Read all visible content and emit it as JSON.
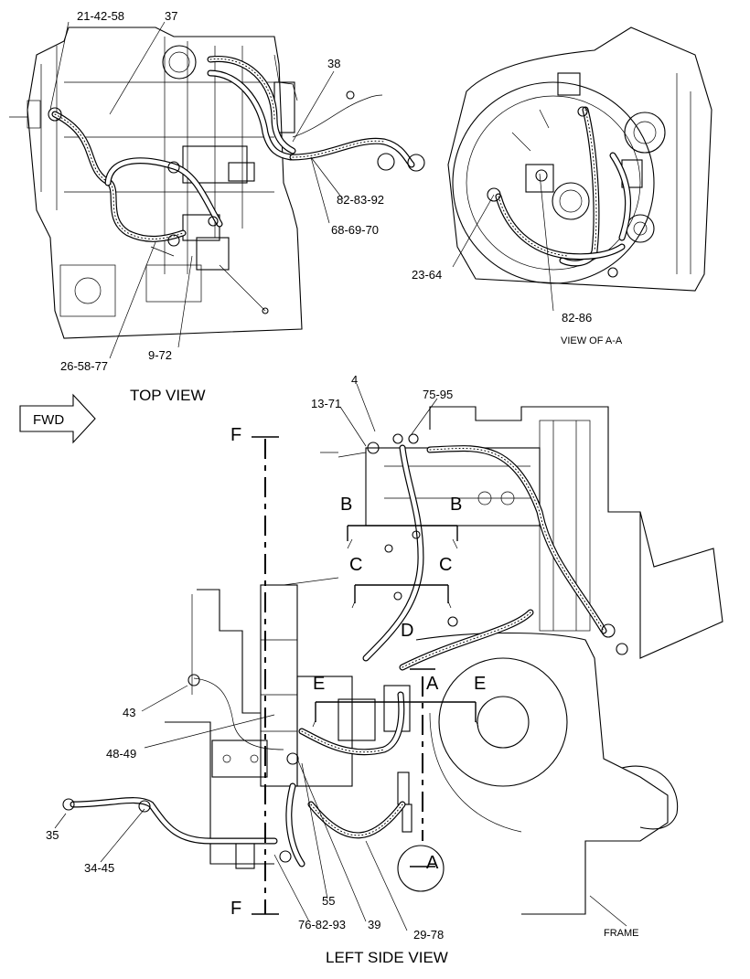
{
  "views": {
    "top": "TOP VIEW",
    "aa": "VIEW OF A-A",
    "left": "LEFT SIDE VIEW"
  },
  "fwd": "FWD",
  "frame": "FRAME",
  "sections": {
    "f": "F",
    "b": "B",
    "c": "C",
    "d": "D",
    "e": "E",
    "a": "A"
  },
  "callouts": {
    "c_21_42_58": "21-42-58",
    "c_37": "37",
    "c_38": "38",
    "c_82_83_92": "82-83-92",
    "c_68_69_70": "68-69-70",
    "c_26_58_77": "26-58-77",
    "c_9_72": "9-72",
    "c_23_64": "23-64",
    "c_82_86": "82-86",
    "c_4": "4",
    "c_13_71": "13-71",
    "c_75_95": "75-95",
    "c_43": "43",
    "c_48_49": "48-49",
    "c_35": "35",
    "c_34_45": "34-45",
    "c_55": "55",
    "c_76_82_93": "76-82-93",
    "c_39": "39",
    "c_29_78": "29-78"
  }
}
